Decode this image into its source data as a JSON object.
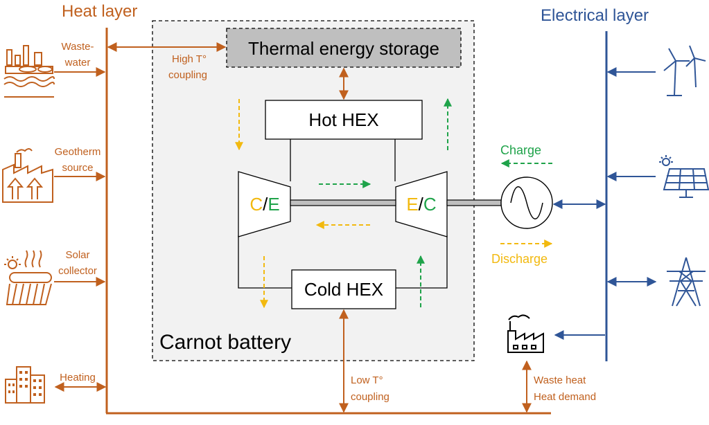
{
  "heat_layer": {
    "title": "Heat layer",
    "sources": [
      {
        "line1": "Waste-",
        "line2": "water",
        "icon": "wastewater-plant-icon"
      },
      {
        "line1": "Geotherm",
        "line2": "source",
        "icon": "geothermal-icon"
      },
      {
        "line1": "Solar",
        "line2": "collector",
        "icon": "solar-collector-icon"
      },
      {
        "line1": "Heating",
        "line2": "",
        "icon": "buildings-icon"
      }
    ]
  },
  "electrical_layer": {
    "title": "Electrical layer",
    "sources": [
      {
        "icon": "wind-turbine-icon"
      },
      {
        "icon": "solar-panel-icon"
      },
      {
        "icon": "power-pylon-icon"
      }
    ]
  },
  "carnot_battery": {
    "title": "Carnot battery",
    "tes": "Thermal energy storage",
    "hot_hex": "Hot HEX",
    "cold_hex": "Cold HEX",
    "left_machine": {
      "a": "C",
      "sep": "/",
      "b": "E"
    },
    "right_machine": {
      "a": "E",
      "sep": "/",
      "b": "C"
    }
  },
  "labels": {
    "high_t_line1": "High T°",
    "high_t_line2": "coupling",
    "low_t_line1": "Low T°",
    "low_t_line2": "coupling",
    "charge": "Charge",
    "discharge": "Discharge",
    "waste_heat": "Waste heat",
    "heat_demand": "Heat demand"
  },
  "colors": {
    "heat": "#c0601e",
    "electric": "#2f5597",
    "charge": "#1fa34a",
    "discharge": "#f2b90f"
  }
}
